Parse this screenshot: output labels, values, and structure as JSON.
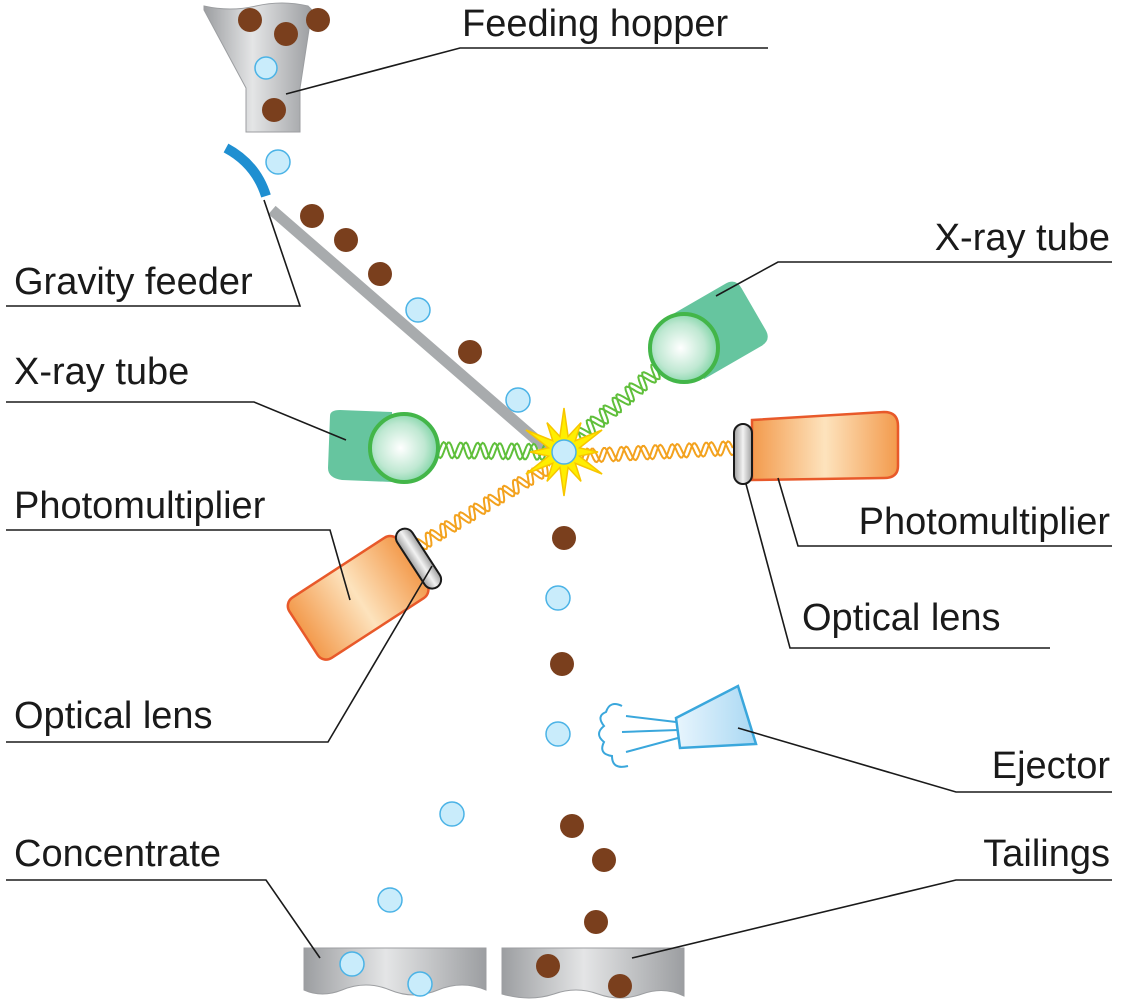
{
  "labels": {
    "feeding_hopper": "Feeding hopper",
    "gravity_feeder": "Gravity feeder",
    "xray_tube_right": "X-ray tube",
    "xray_tube_left": "X-ray tube",
    "photomultiplier_left": "Photomultiplier",
    "photomultiplier_right": "Photomultiplier",
    "optical_lens_right": "Optical lens",
    "optical_lens_left": "Optical lens",
    "ejector": "Ejector",
    "concentrate": "Concentrate",
    "tailings": "Tailings"
  },
  "colors": {
    "ore_particle": "#7a3f1d",
    "mineral_particle": "#c9ecfb",
    "mineral_particle_stroke": "#4bb3e6",
    "xray_tube_body": "#66c59f",
    "xray_wave": "#5fbf3a",
    "fluorescence_wave": "#f3a21e",
    "photomultiplier": "#f6a55a",
    "photomultiplier_stroke": "#e8592a",
    "gravity_feeder": "#a8abad",
    "feeder_guide": "#1f8fd1",
    "ejector": "#3aa7dc",
    "bin": "#c8c9cb",
    "flash": "#ffee00"
  }
}
